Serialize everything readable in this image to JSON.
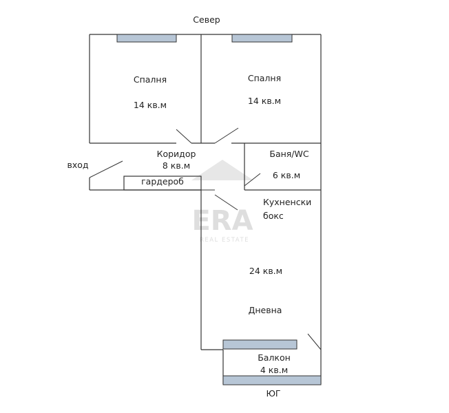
{
  "compass": {
    "north": "Север",
    "south": "ЮГ"
  },
  "rooms": {
    "bedroom_left": {
      "name": "Спалня",
      "area": "14 кв.м"
    },
    "bedroom_right": {
      "name": "Спалня",
      "area": "14 кв.м"
    },
    "corridor": {
      "name": "Коридор",
      "area": "8 кв.м"
    },
    "bathroom": {
      "name": "Баня/WC",
      "area": "6 кв.м"
    },
    "wardrobe": {
      "name": "гардероб"
    },
    "kitchen": {
      "line1": "Кухненски",
      "line2": "бокс"
    },
    "living": {
      "area": "24 кв.м",
      "name": "Дневна"
    },
    "balcony": {
      "name": "Балкон",
      "area": "4 кв.м"
    }
  },
  "entrance": {
    "label": "вход"
  },
  "watermark": {
    "brand": "ERA",
    "tagline": "REAL ESTATE"
  },
  "colors": {
    "window": "#b7c6d6",
    "wall": "#333333",
    "watermark": "#d9d9d9"
  }
}
